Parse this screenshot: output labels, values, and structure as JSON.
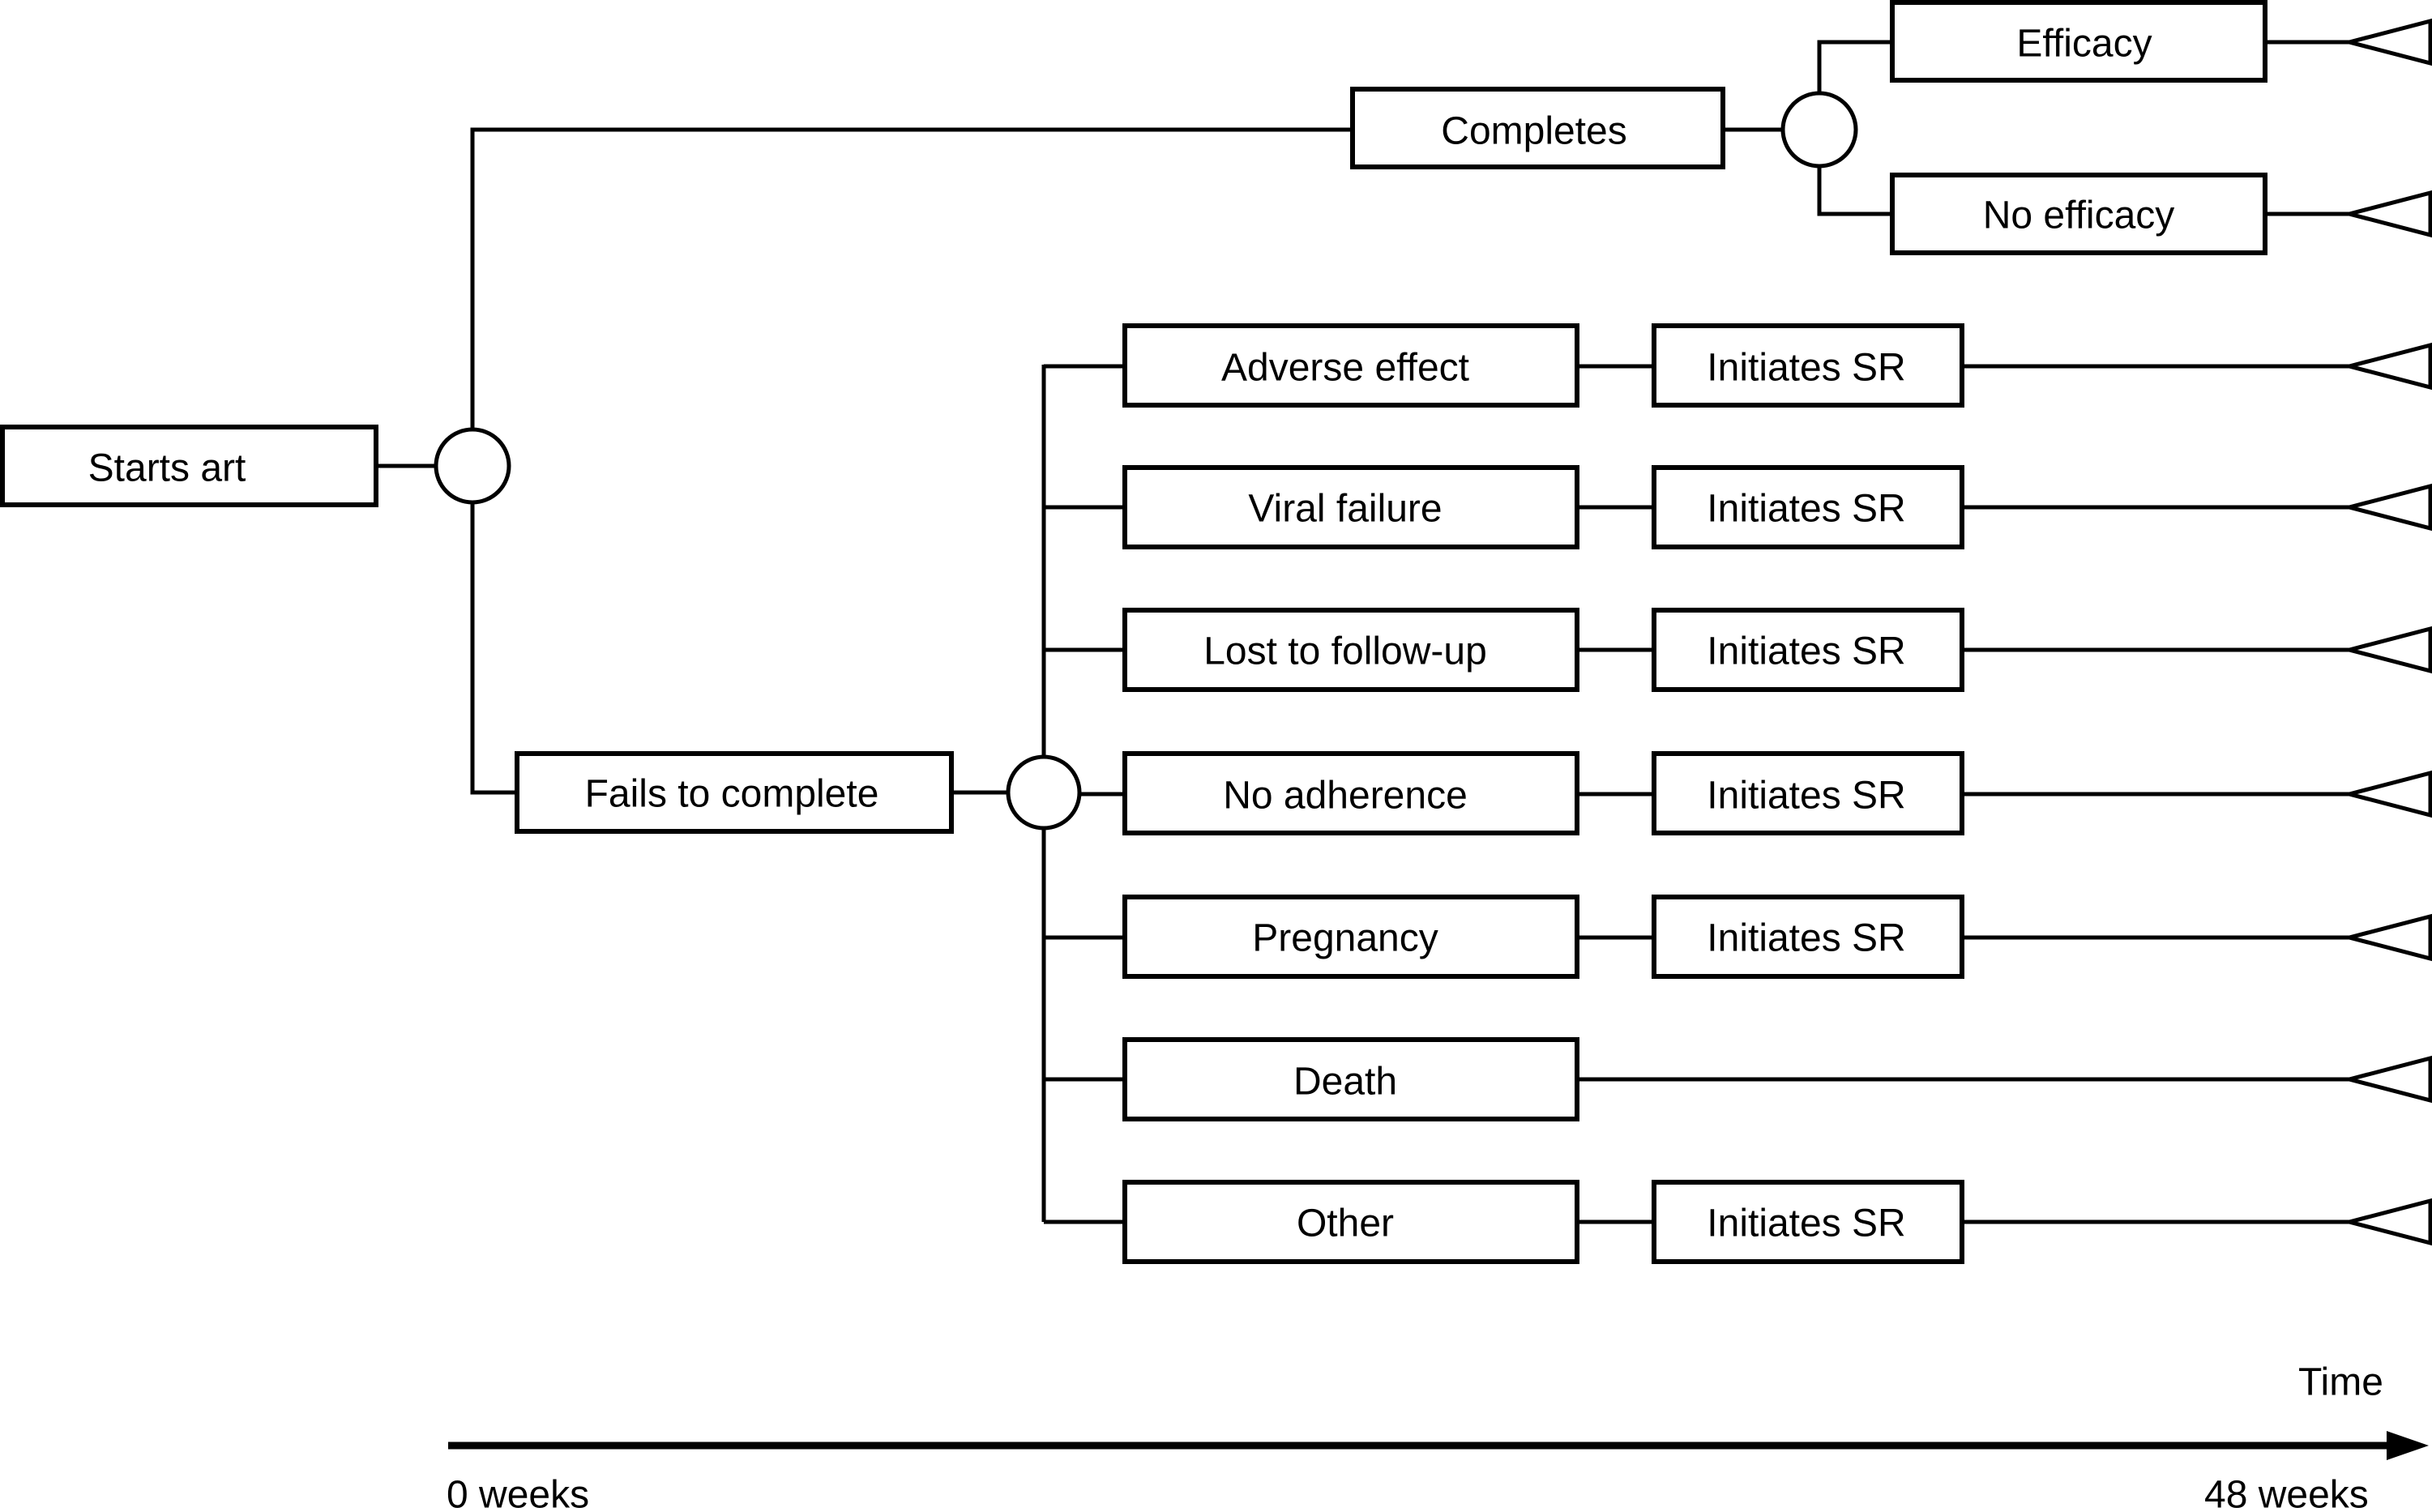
{
  "root": {
    "label": "Starts art"
  },
  "branches": {
    "completes": {
      "label": "Completes",
      "outcomes": [
        "Efficacy",
        "No efficacy"
      ]
    },
    "fails": {
      "label": "Fails to complete",
      "reasons": [
        {
          "label": "Adverse effect",
          "next": "Initiates SR"
        },
        {
          "label": "Viral failure",
          "next": "Initiates SR"
        },
        {
          "label": "Lost to follow-up",
          "next": "Initiates SR"
        },
        {
          "label": "No adherence",
          "next": "Initiates SR"
        },
        {
          "label": "Pregnancy",
          "next": "Initiates SR"
        },
        {
          "label": "Death",
          "next": null
        },
        {
          "label": "Other",
          "next": "Initiates SR"
        }
      ]
    }
  },
  "timeline": {
    "title": "Time",
    "start": "0 weeks",
    "end": "48 weeks"
  }
}
